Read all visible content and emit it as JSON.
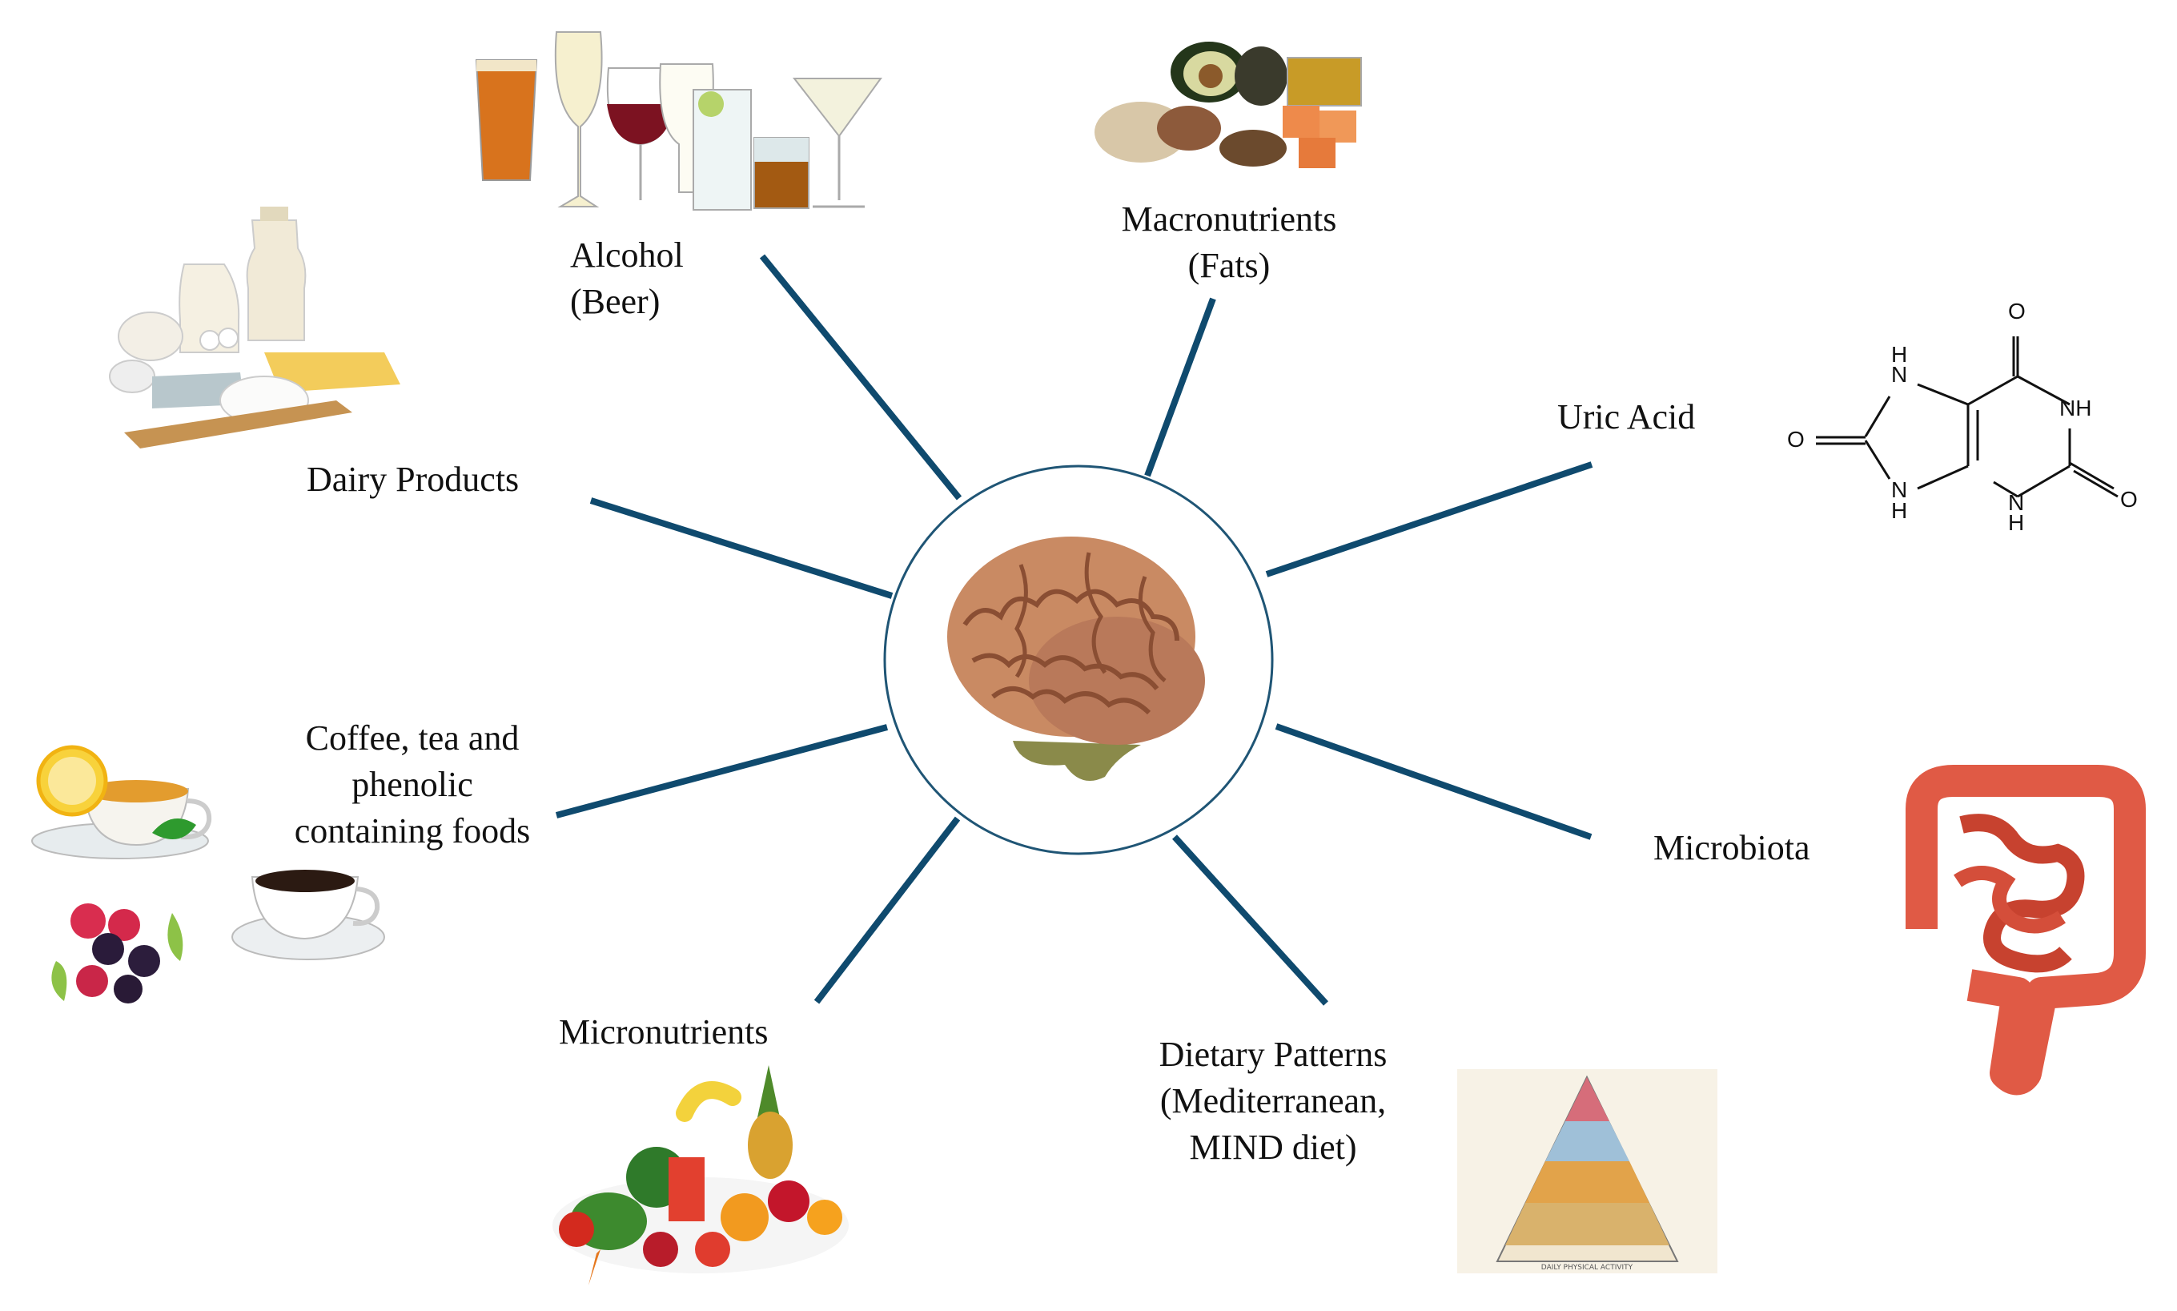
{
  "center": {
    "icon": "brain-icon"
  },
  "nodes": [
    {
      "id": "alcohol",
      "label": "Alcohol\n(Beer)",
      "icon": "beverage-glasses-icon"
    },
    {
      "id": "macronutrients",
      "label": "Macronutrients\n(Fats)",
      "icon": "nuts-avocado-oil-icon"
    },
    {
      "id": "uric-acid",
      "label": "Uric Acid",
      "icon": "uric-acid-structure-icon"
    },
    {
      "id": "microbiota",
      "label": "Microbiota",
      "icon": "intestine-icon"
    },
    {
      "id": "dietary-patterns",
      "label": "Dietary Patterns\n(Mediterranean,\nMIND diet)",
      "icon": "food-pyramid-icon"
    },
    {
      "id": "micronutrients",
      "label": "Micronutrients",
      "icon": "fruits-vegetables-icon"
    },
    {
      "id": "coffee-tea",
      "label": "Coffee, tea and\nphenolic\ncontaining foods",
      "icon": "tea-coffee-berries-icon"
    },
    {
      "id": "dairy",
      "label": "Dairy Products",
      "icon": "dairy-products-icon"
    }
  ],
  "chem": {
    "o": "O",
    "nh": "NH",
    "h": "H",
    "n": "N"
  },
  "pyramid_caption": "DAILY PHYSICAL ACTIVITY",
  "colors": {
    "connector": "#0f4a6e",
    "circle": "#1f5575"
  }
}
